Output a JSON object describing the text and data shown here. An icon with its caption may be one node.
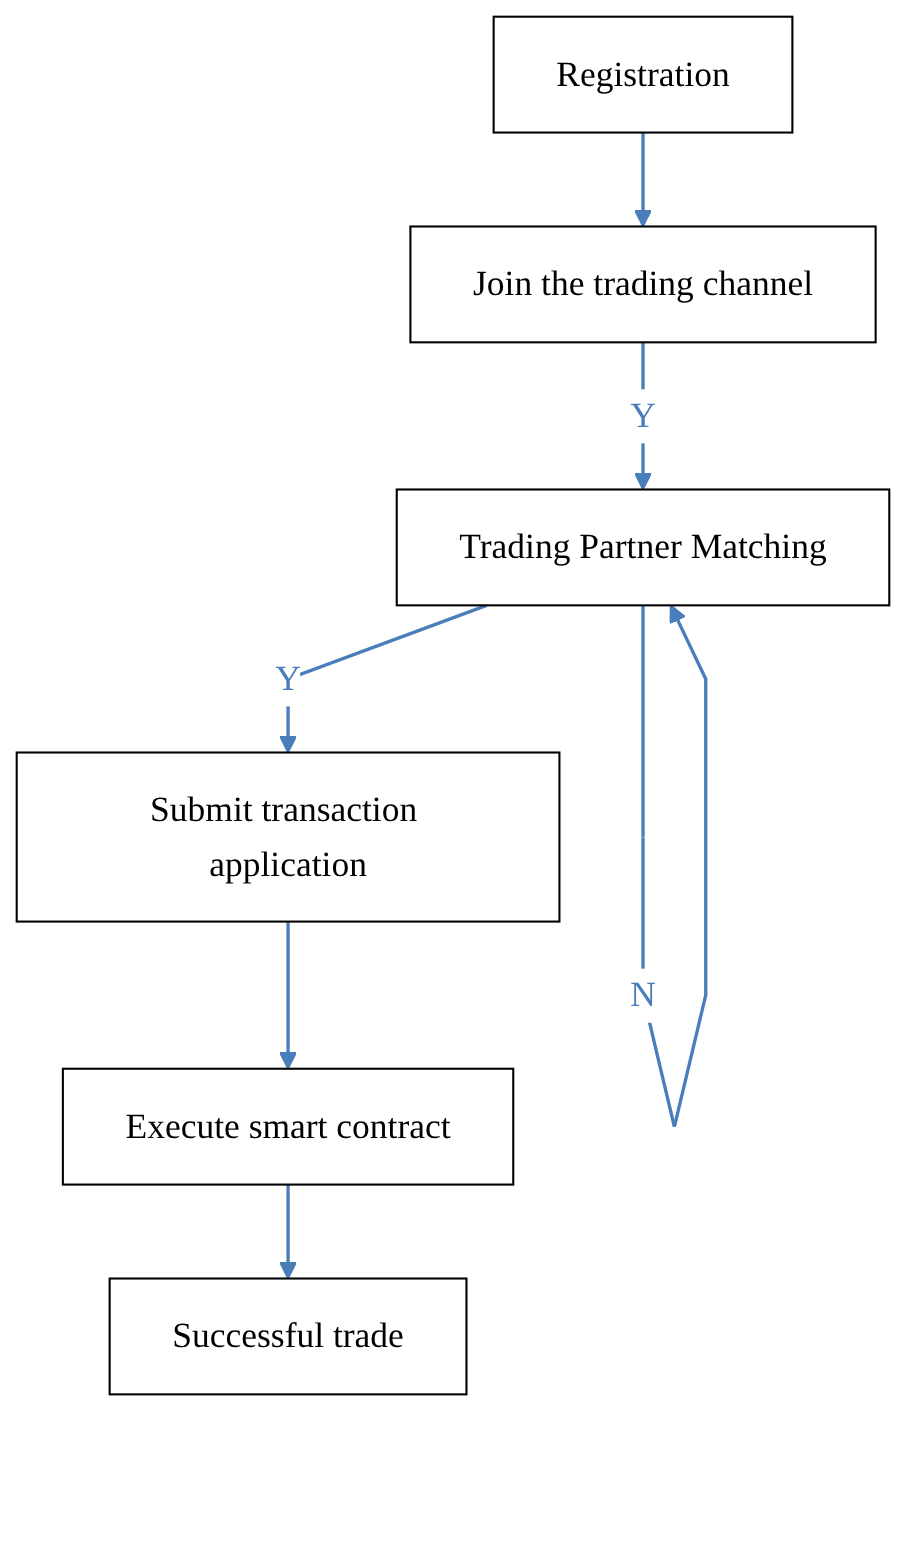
{
  "diagram": {
    "nodes": [
      {
        "text": [
          "Registration"
        ]
      },
      {
        "text": [
          "Join the trading channel"
        ]
      },
      {
        "text": [
          "Trading Partner Matching"
        ]
      },
      {
        "text": [
          "Submit transaction application"
        ]
      },
      {
        "text": [
          "Execute smart contract"
        ]
      },
      {
        "text": [
          "Successful trade"
        ]
      }
    ],
    "edges": [
      {
        "from": 0,
        "to": 1,
        "arrow": "to"
      },
      {
        "from": 1,
        "to": 2,
        "arrow": "to",
        "label": "Y"
      },
      {
        "from": 2,
        "to": 2,
        "arrow": "to",
        "label": "N"
      },
      {
        "from": 2,
        "to": 3,
        "arrow": "to",
        "label": "Y"
      },
      {
        "from": 3,
        "to": 4,
        "arrow": "to"
      },
      {
        "from": 4,
        "to": 5,
        "arrow": "to"
      }
    ]
  }
}
